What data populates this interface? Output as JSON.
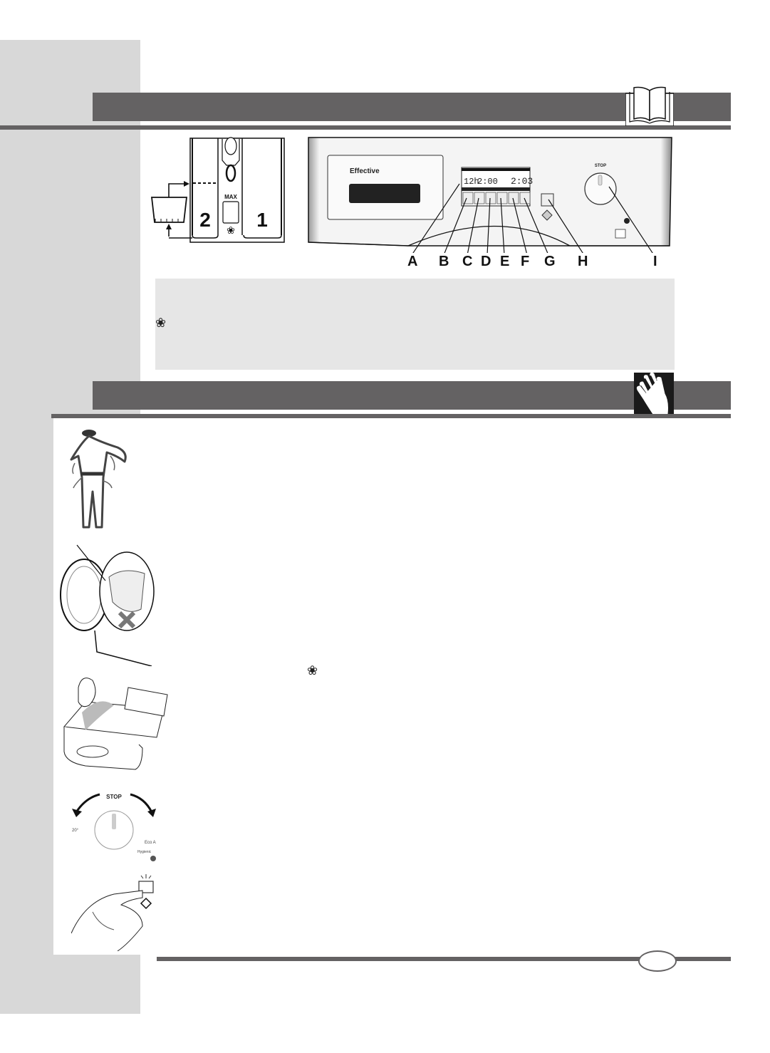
{
  "page": {
    "sections": [
      {
        "id": "description",
        "icon": "open-book-icon"
      },
      {
        "id": "quick-use",
        "icon": "hand-icon"
      }
    ],
    "colors": {
      "band": "#646263",
      "sidebar": "#d8d8d8",
      "callout": "#e6e6e6"
    }
  },
  "dispenser_diagram": {
    "compartments": [
      "2",
      "1"
    ],
    "max_label": "MAX",
    "softener_symbol": "flower"
  },
  "control_panel": {
    "brand_label": "Effective",
    "display": {
      "left_digits": "12h",
      "mid_digits": "2:00",
      "right_digits": "2:03"
    },
    "dial": {
      "stop_label": "STOP",
      "labels_left": [
        "20°"
      ],
      "labels_right": [
        "Eco A",
        "Hygienic"
      ]
    },
    "callout_letters": [
      "A",
      "B",
      "C",
      "D",
      "E",
      "F",
      "G",
      "H",
      "I"
    ]
  },
  "callout_box": {
    "symbol": "❀"
  },
  "quick_use": {
    "illustrations": [
      {
        "name": "empty-pockets-illustration"
      },
      {
        "name": "load-drum-illustration"
      },
      {
        "name": "add-detergent-illustration",
        "symbol": "❀"
      },
      {
        "name": "select-programme-illustration",
        "dial_stop": "STOP",
        "labels": [
          "20°",
          "Eco A",
          "Hygienic"
        ]
      },
      {
        "name": "press-start-illustration"
      }
    ]
  },
  "footer": {
    "page_number": ""
  }
}
